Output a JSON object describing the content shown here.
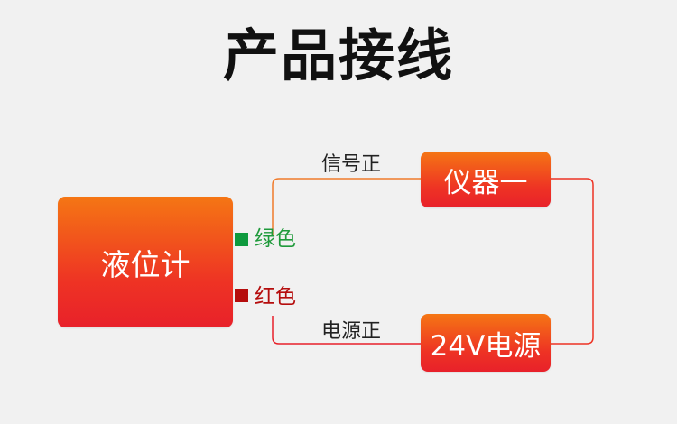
{
  "title": "产品接线",
  "nodes": {
    "level_meter": "液位计",
    "instrument": "仪器一",
    "power_supply": "24V电源"
  },
  "wire_labels": {
    "signal_positive": "信号正",
    "power_positive": "电源正",
    "green": "绿色",
    "red": "红色"
  },
  "colors": {
    "wire": "#ee3324",
    "green_wire": "#0e9a3e",
    "red_wire": "#b50d0d",
    "box_top": "#f57614",
    "box_bottom": "#e8212a"
  }
}
